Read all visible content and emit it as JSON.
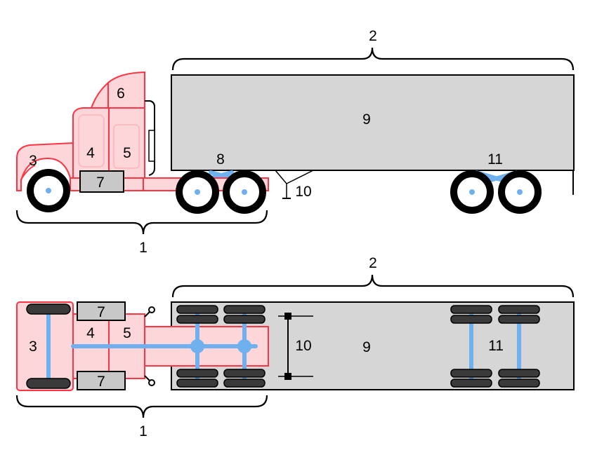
{
  "labels": {
    "l1_side": "1",
    "l2_side": "2",
    "l3_side": "3",
    "l4_side": "4",
    "l5_side": "5",
    "l6_side": "6",
    "l7_side": "7",
    "l8_side": "8",
    "l9_side": "9",
    "l10_side": "10",
    "l11_side": "11",
    "l1_top": "1",
    "l2_top": "2",
    "l3_top": "3",
    "l4_top": "4",
    "l5_top": "5",
    "l7a_top": "7",
    "l7b_top": "7",
    "l9_top": "9",
    "l10_top": "10",
    "l11_top": "11"
  },
  "colors": {
    "truck_fill": "#fcd6d8",
    "truck_stroke": "#ff3344",
    "trailer_fill": "#d6d6d6",
    "axle": "#6fb0ef",
    "tire": "#000000",
    "hub": "#6fb0ef",
    "tank": "#c8c8c8"
  }
}
